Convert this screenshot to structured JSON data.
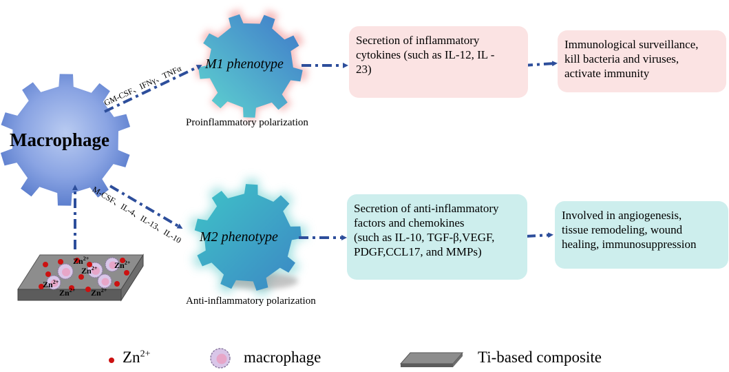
{
  "center": {
    "label": "Macrophage"
  },
  "m1": {
    "label": "M1 phenotype",
    "caption": "Proinflammatory polarization",
    "cytokines": "GM-CSF、IFNγ、TNFα",
    "box1": [
      "Secretion of inflammatory",
      "cytokines (such as IL-12, IL -",
      "23)"
    ],
    "box2": [
      "Immunological surveillance,",
      "kill bacteria and viruses,",
      "activate immunity"
    ]
  },
  "m2": {
    "label": "M2 phenotype",
    "caption": "Anti-inflammatory polarization",
    "cytokines": "M-CSF、IL-4、IL-13、IL-10",
    "box1": [
      "Secretion of anti-inflammatory",
      "factors and chemokines",
      "(such as IL-10, TGF-β,VEGF,",
      "PDGF,CCL17, and MMPs)"
    ],
    "box2": [
      "Involved in angiogenesis,",
      "tissue remodeling, wound",
      "healing, immunosuppression"
    ]
  },
  "composite": {
    "ion_label": "Zn",
    "ion_charge": "2+"
  },
  "legend": {
    "zn_base": "Zn",
    "zn_charge": "2+",
    "macrophage": "macrophage",
    "composite": "Ti-based composite"
  },
  "colors": {
    "arrow": "#2d4e9b",
    "macrophage_gear": "#6f8fd6",
    "m1_gear": "#4ab8c8",
    "m2_gear": "#3ab0c0",
    "m1_box": "#fbe3e3",
    "m2_box": "#cdeeed",
    "zn_dot": "#cc1111"
  }
}
